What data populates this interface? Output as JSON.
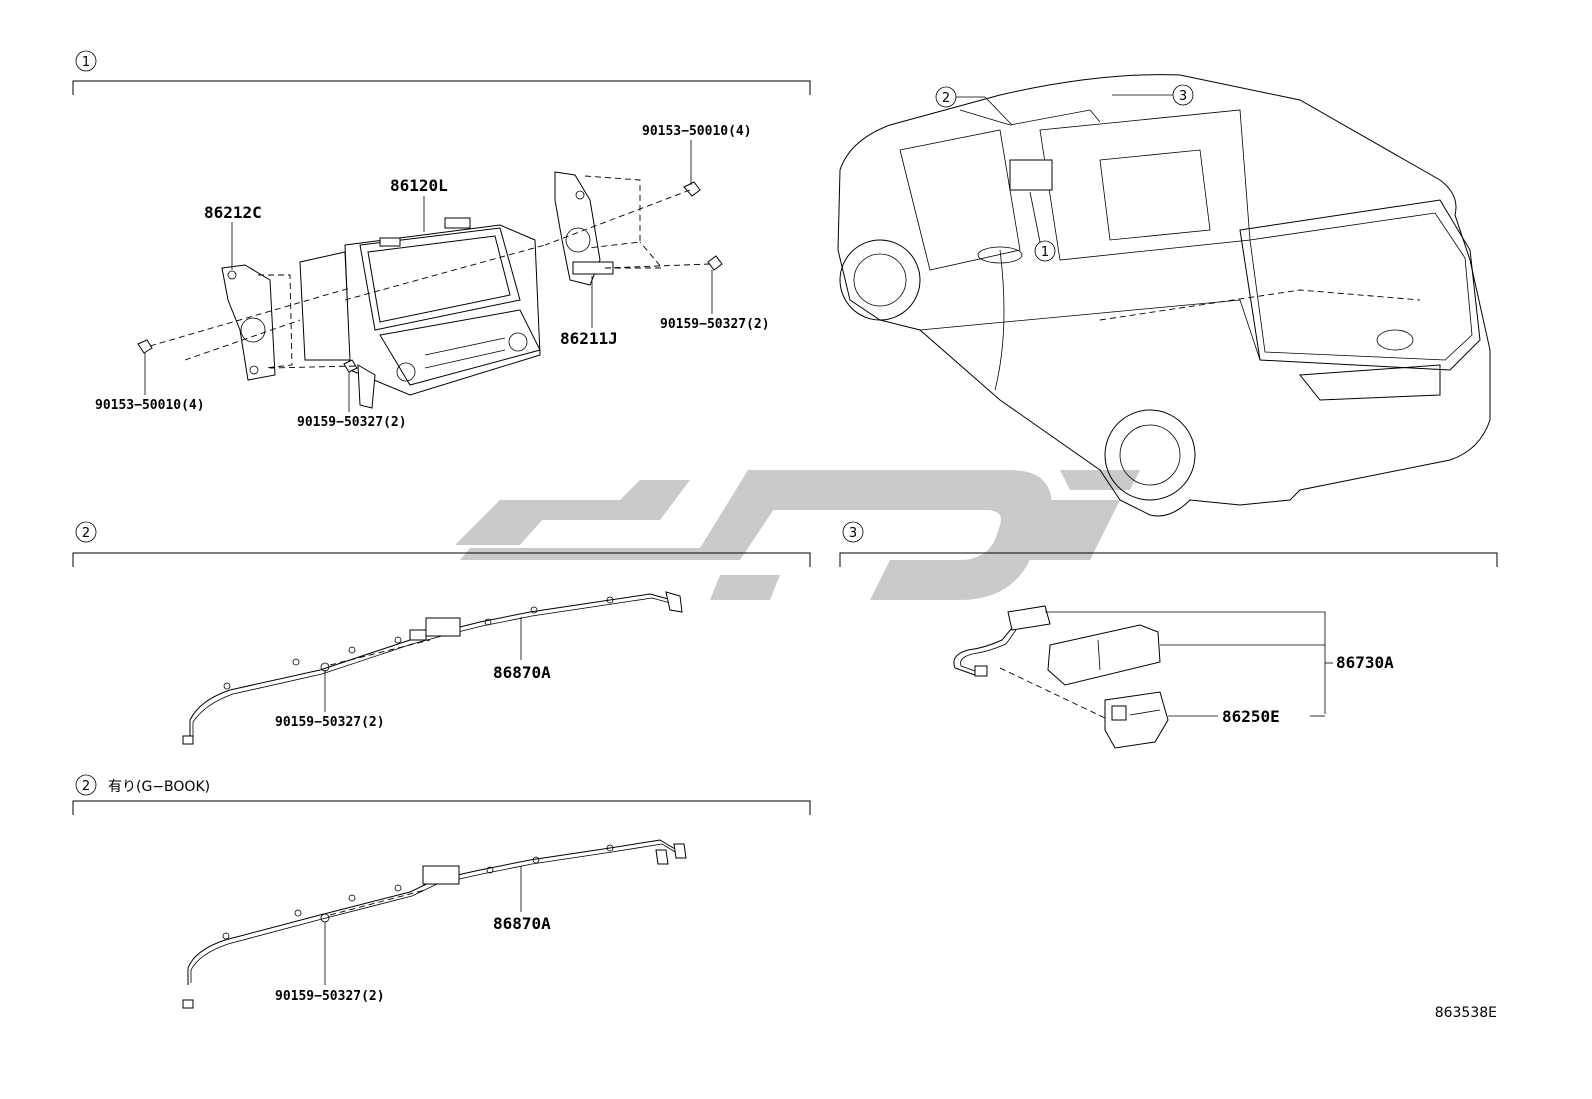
{
  "sections": [
    {
      "number": "1",
      "caption": ""
    },
    {
      "number": "2",
      "caption": ""
    },
    {
      "number": "3",
      "caption": ""
    },
    {
      "number": "2",
      "caption": "有り(G−BOOK)"
    }
  ],
  "vehicle_callouts": [
    "1",
    "2",
    "3"
  ],
  "parts": {
    "display_unit": "86120L",
    "bracket_left": "86212C",
    "bracket_right": "86211J",
    "screw_top_right": "90153−50010(4)",
    "bolt_right": "90159−50327(2)",
    "screw_left": "90153−50010(4)",
    "bolt_lower": "90159−50327(2)",
    "antenna_cord_a": "86870A",
    "antenna_bolt_a": "90159−50327(2)",
    "antenna_cord_b": "86870A",
    "antenna_bolt_b": "90159−50327(2)",
    "module_assy": "86730A",
    "module_sub": "86250E"
  },
  "illustration_id": "863538E",
  "watermark": "دوپارت"
}
